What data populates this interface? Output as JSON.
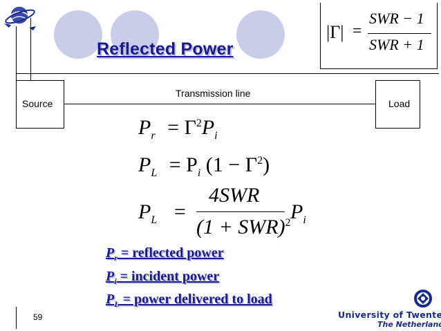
{
  "slide": {
    "title": "Reflected Power",
    "number": "59"
  },
  "top_formula": {
    "gamma_abs": "|Γ|",
    "equals": "=",
    "numerator": "SWR − 1",
    "denominator": "SWR + 1"
  },
  "diagram": {
    "source_label": "Source",
    "load_label": "Load",
    "line_label": "Transmission line"
  },
  "equations": {
    "eq1": {
      "lhs": "P",
      "lhs_sub": "r",
      "rhs": "= Γ",
      "rhs_sup": "2",
      "rhs_tail": "P",
      "rhs_tail_sub": "i"
    },
    "eq2": {
      "lhs": "P",
      "lhs_sub": "L",
      "eq": "= P",
      "eq_sub": "i",
      "paren": "(1 − Γ",
      "paren_sup": "2",
      "close": ")"
    },
    "eq3": {
      "lhs": "P",
      "lhs_sub": "L",
      "eq": "=",
      "num": "4SWR",
      "den": "(1 + SWR)",
      "den_sup": "2",
      "tail": "P",
      "tail_sub": "i"
    }
  },
  "definitions": [
    {
      "symbol": "P",
      "sub": "r",
      "text": " = reflected power"
    },
    {
      "symbol": "P",
      "sub": "i",
      "text": " = incident power"
    },
    {
      "symbol": "P",
      "sub": "L",
      "text": " = power delivered to load"
    }
  ],
  "branding": {
    "university": "University of Twente",
    "country": "The Netherlands"
  },
  "colors": {
    "title": "#1a1a8a",
    "circles": "#c9cdea",
    "brand": "#1a2a8a"
  }
}
